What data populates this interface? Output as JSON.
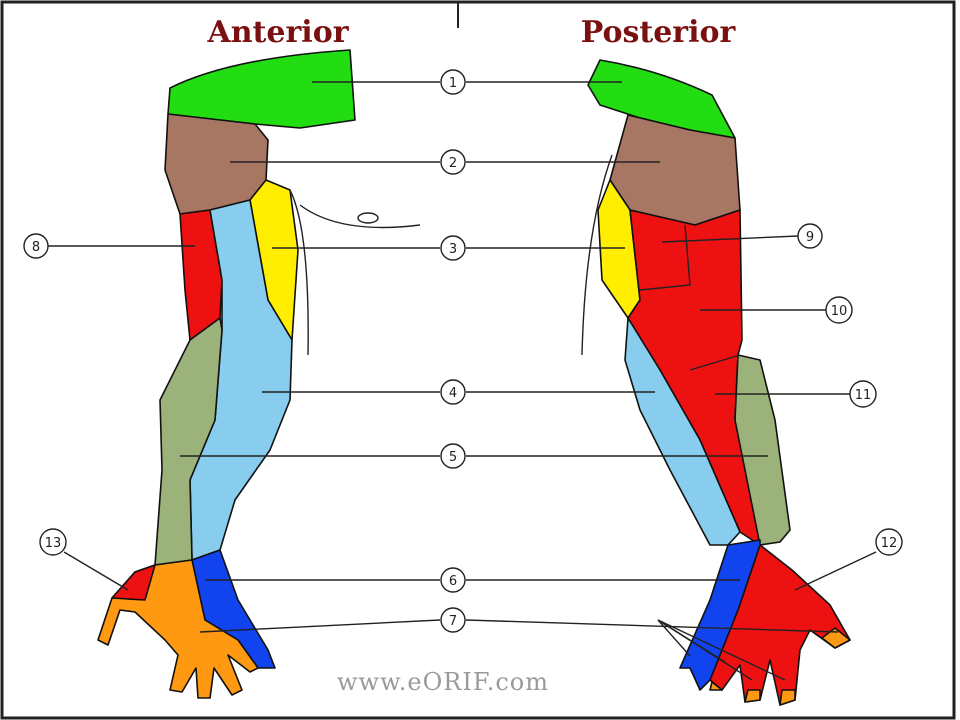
{
  "titles": {
    "anterior": "Anterior",
    "posterior": "Posterior"
  },
  "labels": [
    "1",
    "2",
    "3",
    "4",
    "5",
    "6",
    "7",
    "8",
    "9",
    "10",
    "11",
    "12",
    "13"
  ],
  "watermark": "www.eORIF.com",
  "colors": {
    "green": "#22dd11",
    "brown": "#a87763",
    "red": "#ee1111",
    "yellow": "#ffee00",
    "light_blue": "#88ccee",
    "olive": "#9bb27a",
    "blue": "#1144ee",
    "orange": "#ff9911"
  }
}
